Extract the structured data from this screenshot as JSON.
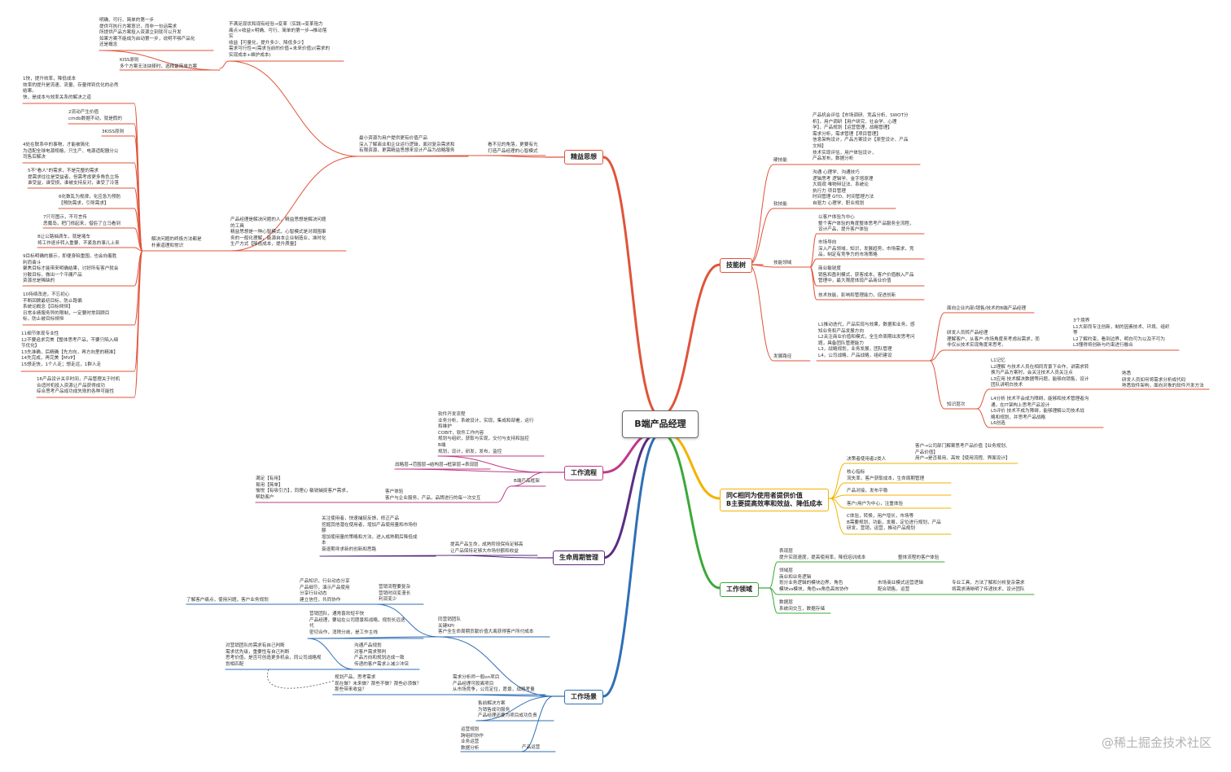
{
  "root": "B端产品经理",
  "watermark": "@稀土掘金技术社区",
  "colors": {
    "jingyi": "#e0533a",
    "jineng": "#e0533a",
    "gongzuo": "#c03a8a",
    "shengming": "#5a2d82",
    "changjing": "#2f6fb6",
    "tongc": "#f3b300",
    "lingyu": "#3aa83a"
  },
  "branches": {
    "jingyi": "精益思想",
    "jineng": "技能树",
    "tongc": "同C相同为使用者提供价值\nB主要提高效率和效益、降低成本",
    "lingyu": "工作领域",
    "gongzuo": "工作流程",
    "shengming": "生命周期管理",
    "changjing": "工作场景"
  },
  "texts": {
    "j_intro": "最小资源为用户提供更有价值产品\n深入了解商业和企业运行逻辑，面对复杂需求和\n有限资源，更需精益思想来设计产品为战略服务",
    "j_intro2": "看不见的角落，更要有光\n打造产品经理的心智模式",
    "j_top": "不满足现状和现有经验→变革（实践→变革阻力\n痛点×收益×明确、可行、简单的第一步→推动落\n实\n收益【可量化，提升多少、降低多少】\n需求可行性=(需求当前的价值+未来价值)/(需求的\n实现成本+维护成本)",
    "j_tl": "明确、可行、简单的第一步\n提供可执行方案意识，而非一句话需求\n所提供产品方案投入资源立刻就可以开发\n如果方案不能成为启动第一步，说明不够产品化\n还是概念",
    "j_kiss": "KISS原则\n多个方案无法抉择时，选择最简单方案",
    "j_solve": "解决问题的终极方法都是\n朴素道理和常识",
    "j_solve2": "产品经理是解决问题的人，精益思想是解决问题\n的工具\n精益思想是一种心智模式，心智模式是对周围事\n务的一般化理解，能源自本企业制造业，准时化\n生产方式【降低成本，提升质量】",
    "j_l1": "1快，提升效率，降低成本\n效率的提升是流速、流量、存量得到优化的必然\n结果。\n快，是成本与效率关系的解决之道",
    "j_l2": "2流动产生价值\ncmdb数据不动，就是假的",
    "j_l3": "3KISS原则",
    "j_l4": "4处在联系中的事物，才能被简化\n为适配全球电源规格，只生产、电源适配器分公\n司售后解决",
    "j_l5": "5不\"看人\"的需求，不是完整的需求\n提需求往往是受益者，但需考虑更多角色立场\n谁受益，谁受损，谁被支持反对，谁受了冷落",
    "j_l6": "6化数乱为规律，化应急为预防\n【预防需求，引导需求】",
    "j_l7": "7只可图示，不可言传\n恶魔岛，把门修起来，借俗了立马看到",
    "j_l8": "8让公路抽滴车，就是堵车\n将工作逐步转入重要、不紧急的事儿上来",
    "j_l9": "9目标明确的展示，即便身陷重围，也会向着胜\n利而奋斗\n聚焦目标才能带来明确结果，讨好所有客户就会\n分散目标，做出一个平庸产品\n资源总是稀缺的",
    "j_l10": "10持续改进，不忘初心\n不断回顾最初目标，防止跑偏\n系统论概念【目标倾恒】\n日常业绩服务异的限制，一定要时常回顾目\n标，防止被目标倾恒",
    "j_l11": "11细节体现专业性\n12不要追求完美【整体思考产品，不要只陷入细\n节优化】\n13先准确，后精确【先方向，再方向里的精准】\n14先完成，再完美【MVP】\n15想走快，1个人走；想走远，1群人走",
    "j_l16": "16产品设计关乎时间，产品管理关于时机\n合适时机投入资源让产品获得成功\n综合思考产品成功成失败的各种可能性",
    "k_hard": "硬技能",
    "k_hard_t": "产品机会评估【市场调研、竞品分析、SWOT分\n析】，用户调研【用户研究、社会学、心理\n学】，产品规划【运营管理，战略管理】\n需求分析，需求管理【项目管理】\n信息架构设计，产品方案设计【原型设计、产品\n文档】\n技术实现评估，用户体验设计，\n产品发布，数据分析",
    "k_soft": "软技能",
    "k_soft_t": "沟通 心理学、沟通技巧\n逻辑思考 逻辑学、金字塔原理\n大局观 唯物辩证法、系统论\n执行力 项目管理\n时间管理 GTD、时间管理方法\n自驱力 心理学、职业规划",
    "k_field": "技能领域",
    "k_f1": "以客户体验为中心\n整个客户体验的角度整体思考产品服务全流程，\n设计产品，提升客户体验",
    "k_f2": "市场导向\n深入产品领域，知识，发展趋势，市场需求，竞\n品，制定有竞争力的市场策略",
    "k_f3": "商业敏锐度\n销售和盈利模式，获客成本，客户价值融入产品\n管理中，最大限度体现产品商业价值",
    "k_f4": "技术技能，影响和管理能力，促进创新",
    "k_dev": "发展路径",
    "k_d1": "L1推动迭代，产品实现与效果，数据和业务，感\n知业务和产品发展方向\nL2关注商业价值和模式，全生命周期出发思考问\n题，具备团队管理能力\nL3，战略规划，业务发展，团队管理\nL4，公司战略，产品战略，组织建设",
    "k_d2": "面向企业内部/销售/技术的B端产品经理",
    "k_d3": "研发人员转产品经理\n理解客户，从客户-市场角度来考虑出需求，而\n非仅从技术实现角度来思考。",
    "k_d3r": "3个境界\nL1大部而专注创新，制的因素技术、环境、组织\n等\nL2了解约束，看到边界，明白可为以及不可为\nL3懂得将创新与约束进行融合",
    "k_know": "知识层次",
    "k_k1": "L1记忆\nL2理解 与技术人员在相同背景下合作，讲需求转\n换为产品方案时，会关注技术人员关注点\nL3应用 技术解决数据等问题，能够向销售，设计\n团队讲明白技术",
    "k_k1r": "熟悉\n研发人员如何将需求分析成代码\n熟悉软件架构，面向对象的软件开发方法",
    "k_k2": "L4分析 技术不会成为障碍，能够和技术管理者沟\n通，在IT架构上思考产品设计\nL5评价 技术不成为障碍，能够理解公司技术战\n略和规划，并思考产品战略\nL6创造",
    "c_dm": "决策者使用者2类人",
    "c_dm_t": "客户→公司部门解案思考产品价值【业务规划、\n产品价值】\n用户→是否易用、高效【使用流程、界面设计】",
    "c_core": "核心指标\n流失率，客户获取成本，生命周期管理",
    "c_pub": "产品对接，发布平稳",
    "c_cust": "客户/用户为中心，注重体验",
    "c_cext": "C体验，转换，用户增长，市场等\nB需要规划，功能，发展，定位进行规划，产品\n研发，营销，运营，推动产品规划",
    "f_pres": "表现层\n提升实现速度，提高使用率，降低培训成本",
    "f_pres_r": "整体流程的客户体验",
    "f_dom": "领域层\n商业和业务逻辑\n划分业务逻辑的模块边界，角色\n模块vs模块，角色vs角色高效协作",
    "f_dom_r": "市场商业模式运营逻辑\n配合销售，运营",
    "f_dom_rr": "专业工具，方法了解和分析复杂需求\n将需求清晰明了传递技术，设计团队",
    "f_data": "数据层\n系统间交互，数据存储",
    "g_soft": "软件开发流程\n业务分析，系统设计，实现，集成和部署，运行\n和维护\nCOBIT，软件工作内容\n规划与组织，获取与实现，交付与支持和监控\nB端\n规划，设计，研发，发布，监控",
    "g_strat": "战略层→范围层→结构层→框架层→表现层",
    "g_b": "B端产品框架",
    "g_meet": "满足【有用】\n易用【简单】\n愉悦【有吸引力】，同理心 敏锐捕捉客户需求，\n帮助客户",
    "g_exp": "客户体验\n客户与企业服务，产品，品牌进行的每一次交互",
    "s_focus": "关注使用者，快速捕捉反馈，修正产品\n挖掘其他潜在使用者，增加产品使用量和市场份\n额\n增加使用量的策略和方法，进入成熟期后降低成\n本\n衰退期寻求新的创新和思路",
    "s_main": "提高产品生命，成熟阶段保持足够高\n让产品保持足够大市场份额和收益",
    "w_learn": "了解客户痛点，使用问题，客户业务规划",
    "w_know": "产品知识，行业动态分享\n产品细节，演示产品使用\n分享行业动态\n建立信任，共同协作",
    "w_sale": "营销流程要复杂\n营销时间变漫长\n利润变少",
    "w_team": "营销团队，通常喜欢短平快\n产品经理，要站在公司愿景和战略，规划长远迭\n代\n密切合作，消除分歧，是工作主线",
    "w_together": "同营销团队\n关键KPI\n客户全生命周期贡献价值大禹获得客户所付成本",
    "w_left": "对营销团队的需求有自己判断\n需求优先级，重要性有自己判断\n思考价值，是否可创造更多机会，同公司战略规\n划相匹配",
    "w_comm": "沟通产品规划\n对客户需求预判\n产品方向和规划达成一致\n传递的客户需求上减少冲突",
    "w_plan": "规划产品，思考需求\n现在做？未来做？那些不做？那些必须做？\n那些带来收益？",
    "w_need": "需求分析师一般on项目\n产品经理可股离项目\n从市场竞争，公司定位，愿景，战略考量",
    "w_presale": "售前解决方案\n为销售成功服务\n产品经理还要为项目成功负责",
    "w_ops": "运营规划\n跨组织协作\n业务运营\n数据分析",
    "w_ops_r": "产品运营"
  }
}
